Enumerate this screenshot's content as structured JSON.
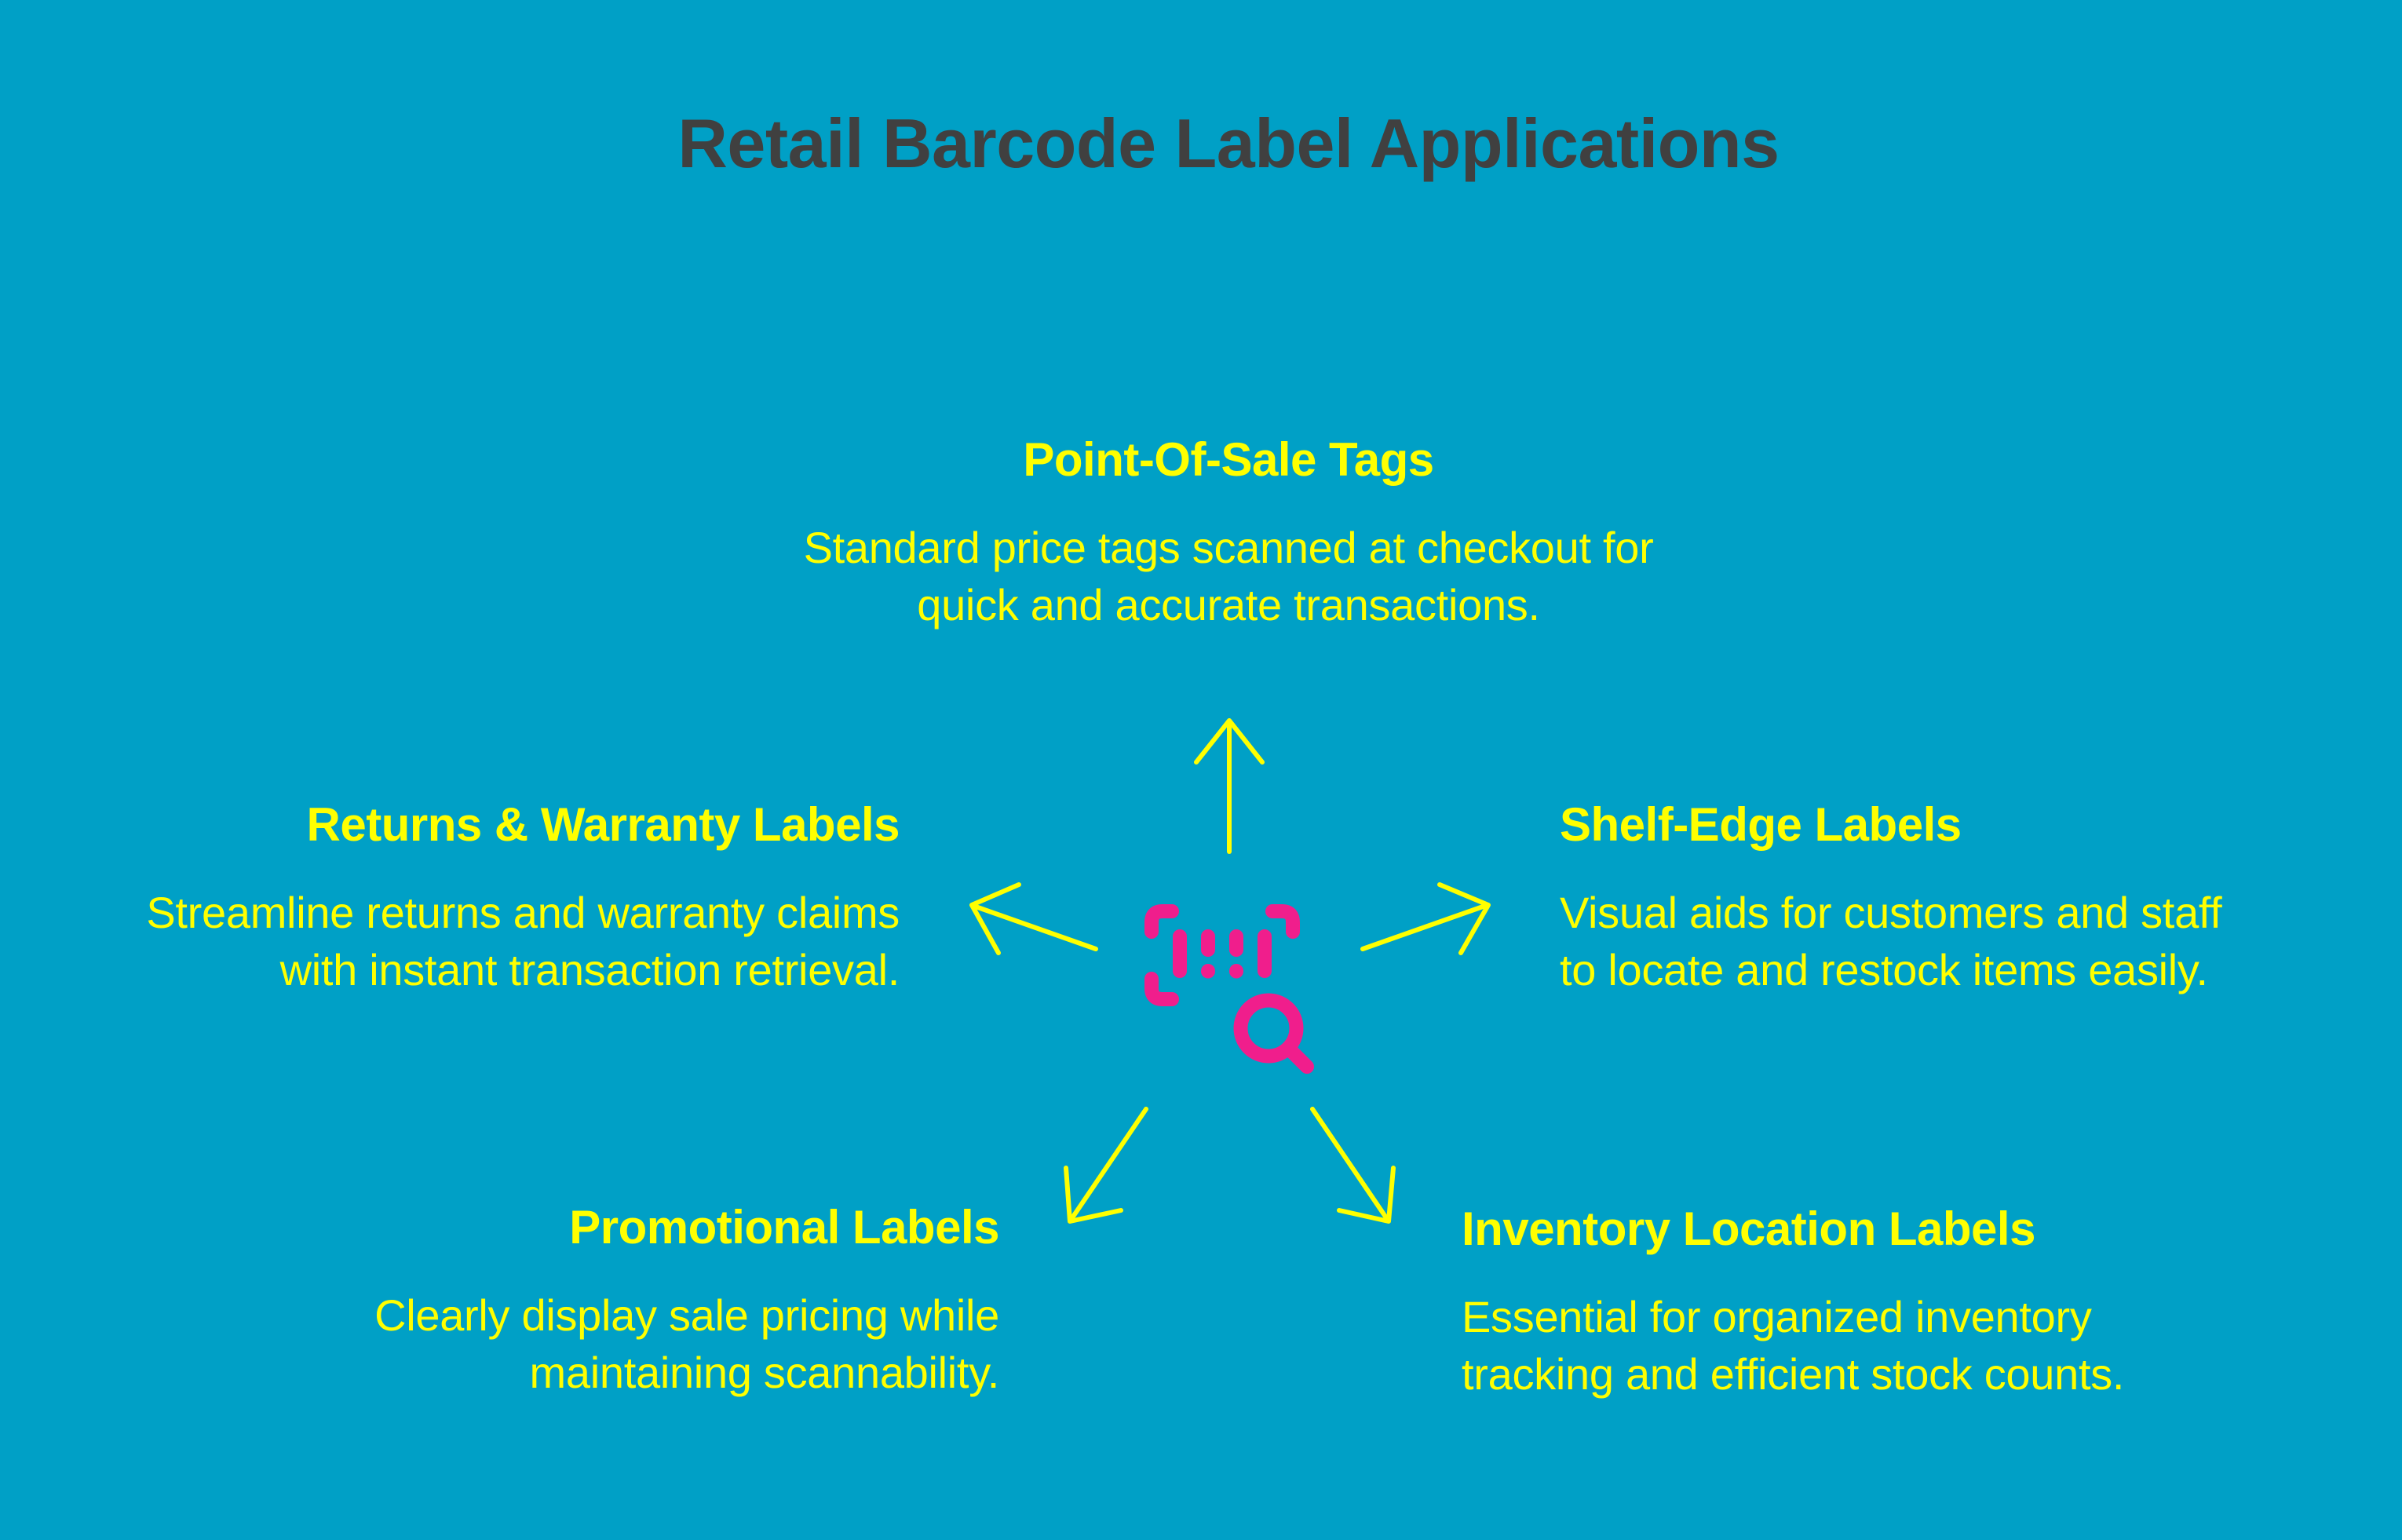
{
  "title": "Retail Barcode Label Applications",
  "colors": {
    "background": "#00A0C6",
    "title": "#404040",
    "text": "#FFFF00",
    "arrows": "#FFFF00",
    "icon": "#F01E8C"
  },
  "center_icon": {
    "icon": "barcode-scan-search-icon",
    "label": "barcode scanner with magnifying glass"
  },
  "items": [
    {
      "id": "pos",
      "direction": "up",
      "heading": "Point-Of-Sale Tags",
      "lines": [
        "Standard price tags scanned at checkout for",
        "quick and accurate transactions."
      ]
    },
    {
      "id": "returns",
      "direction": "left",
      "heading": "Returns & Warranty Labels",
      "lines": [
        "Streamline returns and warranty claims",
        "with instant transaction retrieval."
      ]
    },
    {
      "id": "shelf",
      "direction": "right",
      "heading": "Shelf-Edge Labels",
      "lines": [
        "Visual aids for customers and staff",
        "to locate and restock items easily."
      ]
    },
    {
      "id": "promo",
      "direction": "down-left",
      "heading": "Promotional Labels",
      "lines": [
        "Clearly display sale pricing while",
        "maintaining scannability."
      ]
    },
    {
      "id": "inventory",
      "direction": "down-right",
      "heading": "Inventory Location Labels",
      "lines": [
        "Essential for organized inventory",
        "tracking and efficient stock counts."
      ]
    }
  ]
}
